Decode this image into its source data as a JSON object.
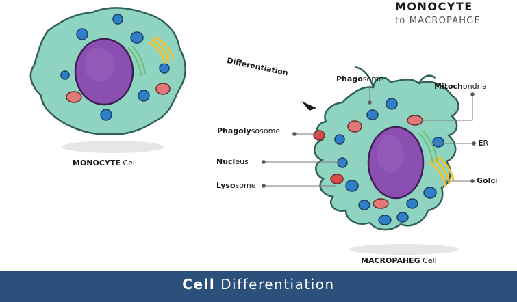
{
  "header": {
    "title": "MONOCYTE",
    "subtitle": "to MACROPAHGE"
  },
  "arrow_label": "Differentiation",
  "monocyte": {
    "caption_bold": "MONOCYTE",
    "caption_rest": " Cell"
  },
  "macrophage": {
    "caption_bold": "MACROPAHEG",
    "caption_rest": " Cell"
  },
  "labels": {
    "phagosome": {
      "bold": "Phago",
      "rest": "some"
    },
    "mitochondria": {
      "bold": "Mitoch",
      "rest": "ondria"
    },
    "er": {
      "bold": "E",
      "rest": "R"
    },
    "golgi": {
      "bold": "Gol",
      "rest": "gi"
    },
    "phagolysosome": {
      "bold": "Phagoly",
      "rest": "sosome"
    },
    "nucleus": {
      "bold": "Nucl",
      "rest": "eus"
    },
    "lysosome": {
      "bold": "Lyso",
      "rest": "some"
    }
  },
  "footer": {
    "bold": "Cell",
    "rest": " Differentiation"
  },
  "colors": {
    "cytoplasm": "#8fd3c1",
    "cytoplasm_outline": "#2f5f59",
    "nucleus": "#8a4fb0",
    "mitochondria": "#e07a7a",
    "vesicle": "#2f7fc7",
    "golgi": "#f2c12e",
    "er": "#6bbf6a",
    "footer": "#2d4f7c"
  }
}
